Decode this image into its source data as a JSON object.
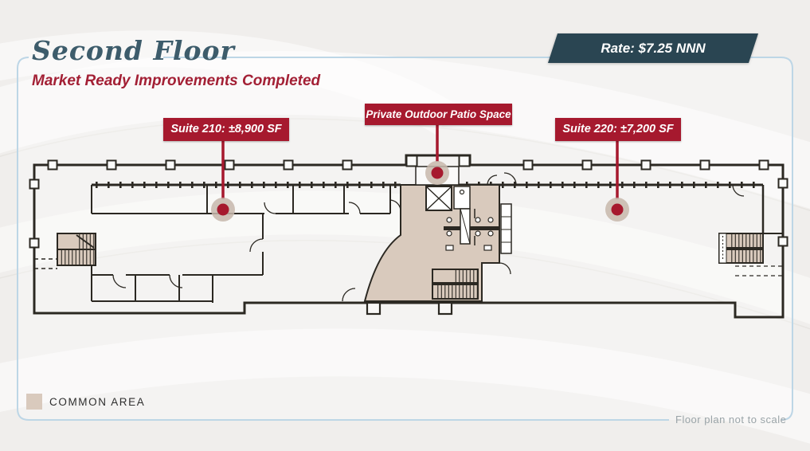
{
  "header": {
    "title": "Second Floor",
    "subtitle": "Market Ready Improvements Completed",
    "rate_banner": "Rate: $7.25 NNN"
  },
  "callouts": {
    "suite_210": "Suite 210: ±8,900 SF",
    "patio": "Private Outdoor Patio Space",
    "suite_220": "Suite 220: ±7,200 SF"
  },
  "legend": {
    "common_area": "COMMON AREA"
  },
  "footer": {
    "scale_note": "Floor plan not to scale"
  },
  "colors": {
    "accent_red": "#A6192E",
    "banner_navy": "#2A4552",
    "common_area_tan": "#D9CABD",
    "card_border_blue": "#BDD6E6",
    "wall_ink": "#2B2822",
    "title_slate": "#3D5C6B"
  }
}
